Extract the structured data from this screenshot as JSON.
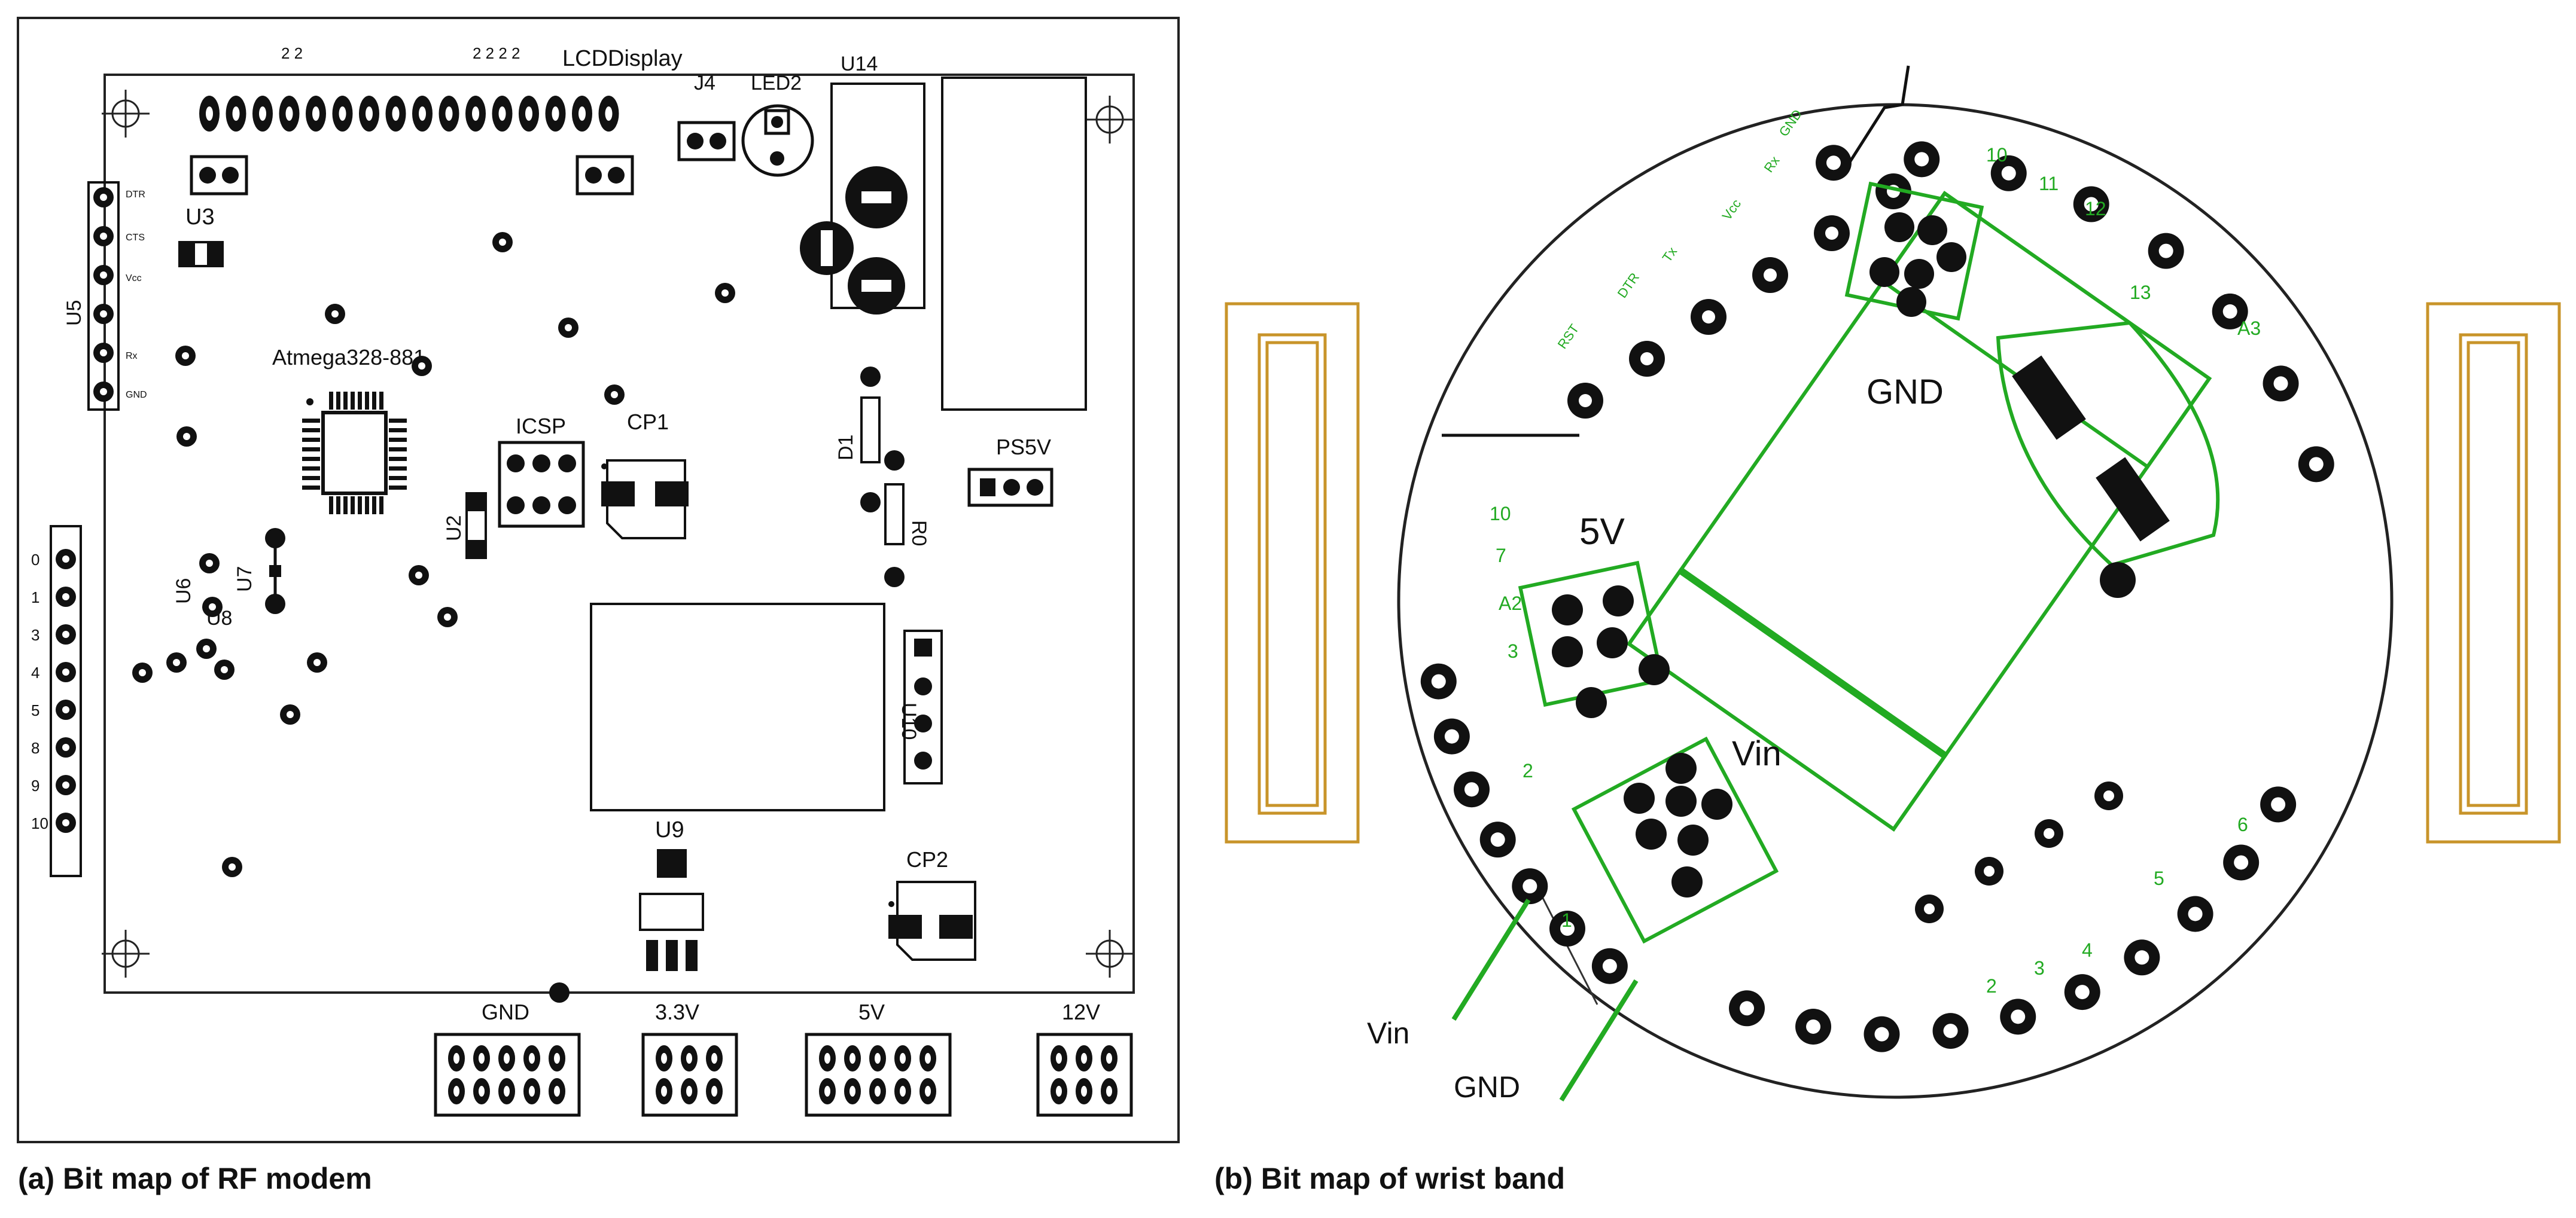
{
  "panel_a": {
    "caption": "(a) Bit map of RF modem",
    "labels": {
      "lcd": "LCDDisplay",
      "j4": "J4",
      "led2": "LED2",
      "u14": "U14",
      "u3": "U3",
      "u5": "U5",
      "mcu": "Atmega328-881",
      "icsp": "ICSP",
      "cp1": "CP1",
      "u2": "U2",
      "u6": "U6",
      "u7": "U7",
      "u8": "U8",
      "d1": "D1",
      "r0": "R0",
      "ps5v": "PS5V",
      "u10": "U10",
      "u9": "U9",
      "cp2": "CP2",
      "gnd": "GND",
      "v33": "3.3V",
      "v5": "5V",
      "v12": "12V"
    },
    "header_pins": [
      "0",
      "1",
      "3",
      "4",
      "5",
      "8",
      "9",
      "10"
    ]
  },
  "panel_b": {
    "caption": "(b) Bit map of wrist band",
    "labels": {
      "gnd": "GND",
      "v5": "5V",
      "vin": "Vin",
      "vin_lead": "Vin",
      "gnd_lead": "GND"
    }
  },
  "colors": {
    "silkscreen": "#111111",
    "trace_green": "#22aa22",
    "antenna_gold": "#c8942a"
  }
}
